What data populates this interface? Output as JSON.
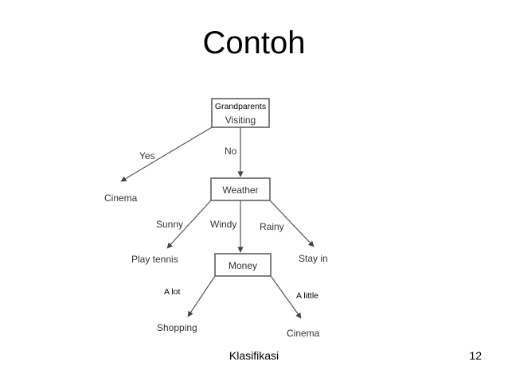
{
  "slide": {
    "title": "Contoh",
    "footer_label": "Klasifikasi",
    "page_number": "12"
  },
  "tree": {
    "root": {
      "annotation": "Grandparents",
      "label": "Visiting"
    },
    "nodes": {
      "weather": "Weather",
      "money": "Money"
    },
    "leaves": {
      "cinema_top": "Cinema",
      "play_tennis": "Play tennis",
      "stay_in": "Stay in",
      "shopping": "Shopping",
      "cinema_bottom": "Cinema"
    },
    "edges": {
      "yes": "Yes",
      "no": "No",
      "sunny": "Sunny",
      "windy": "Windy",
      "rainy": "Rainy",
      "a_lot": "A lot",
      "a_little": "A little"
    }
  }
}
